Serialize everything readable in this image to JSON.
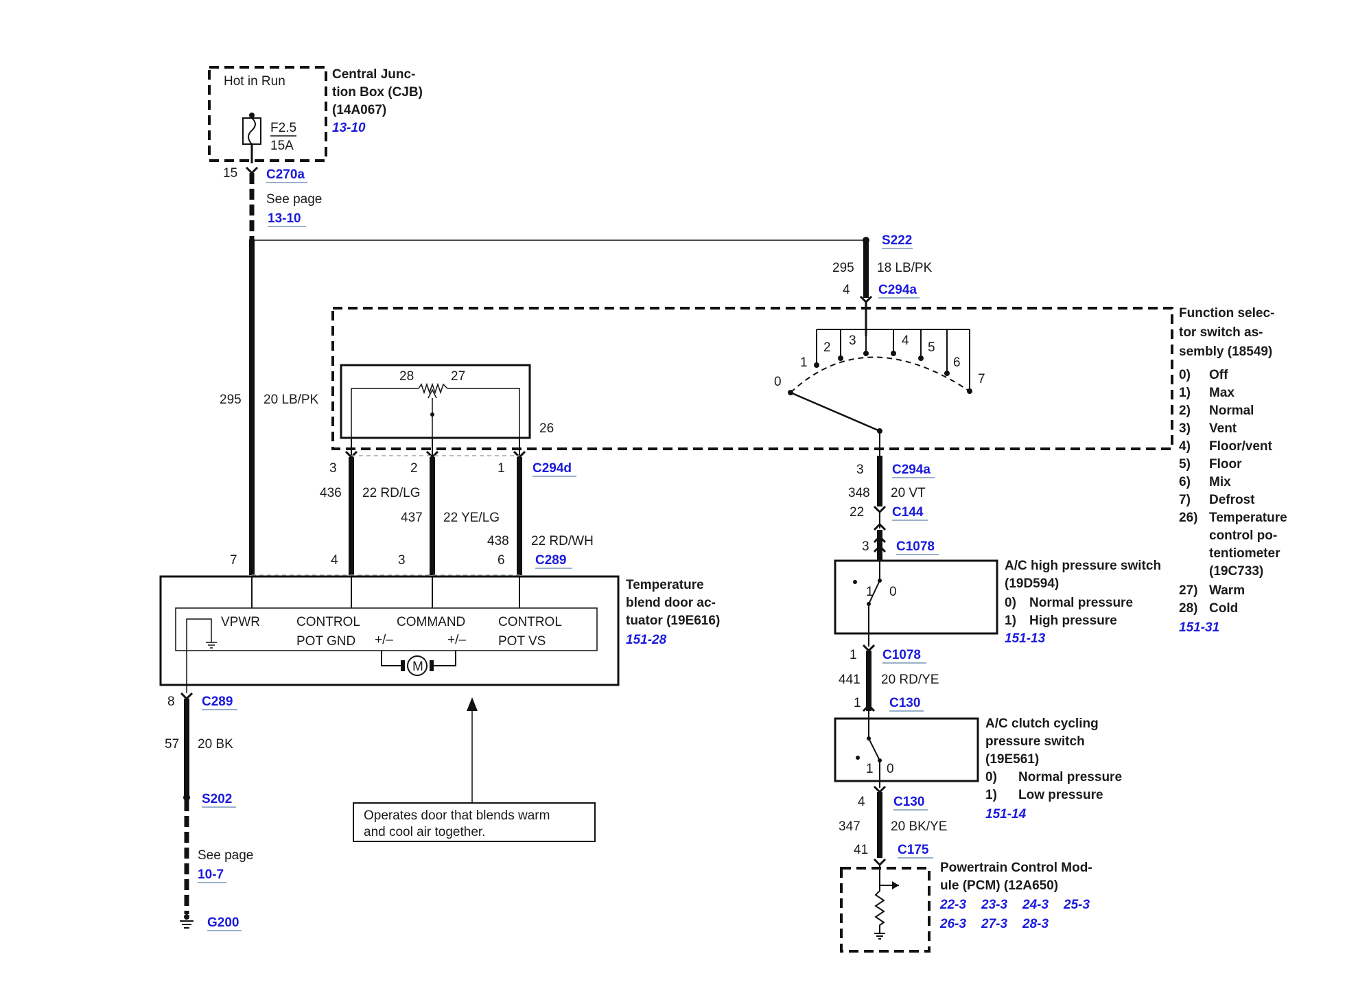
{
  "cjb": {
    "hot_label": "Hot in Run",
    "fuse_label": "F2.5",
    "fuse_rating": "15A",
    "title_lines": [
      "Central Junc-",
      "tion Box (CJB)",
      "(14A067)"
    ],
    "page_ref": "13-10"
  },
  "left_top_wire": {
    "pin": "15",
    "connector": "C270a",
    "see_page_label": "See page",
    "see_page_ref": "13-10",
    "circuit": "295",
    "gauge_color": "20 LB/PK"
  },
  "splice_s222": {
    "name": "S222"
  },
  "func_feed": {
    "circuit": "295",
    "gauge_color": "18 LB/PK",
    "pin": "4",
    "connector": "C294a"
  },
  "function_switch": {
    "title_lines": [
      "Function selec-",
      "tor switch as-",
      "sembly (18549)"
    ],
    "legend": [
      {
        "num": "0)",
        "text": "Off"
      },
      {
        "num": "1)",
        "text": "Max"
      },
      {
        "num": "2)",
        "text": "Normal"
      },
      {
        "num": "3)",
        "text": "Vent"
      },
      {
        "num": "4)",
        "text": "Floor/vent"
      },
      {
        "num": "5)",
        "text": "Floor"
      },
      {
        "num": "6)",
        "text": "Mix"
      },
      {
        "num": "7)",
        "text": "Defrost"
      },
      {
        "num": "26)",
        "text": "Temperature"
      },
      {
        "num": "",
        "text": "control po-"
      },
      {
        "num": "",
        "text": "tentiometer"
      },
      {
        "num": "",
        "text": "(19C733)"
      },
      {
        "num": "27)",
        "text": "Warm"
      },
      {
        "num": "28)",
        "text": "Cold"
      }
    ],
    "page_ref": "151-31",
    "positions": [
      "0",
      "1",
      "2",
      "3",
      "4",
      "5",
      "6",
      "7"
    ],
    "pot_warm": "27",
    "pot_cold": "28",
    "pot_num": "26"
  },
  "pot_wires": {
    "connector": "C294d",
    "pins_top": [
      "3",
      "2",
      "1"
    ],
    "wires": [
      {
        "circuit": "436",
        "gauge_color": "22 RD/LG"
      },
      {
        "circuit": "437",
        "gauge_color": "22 YE/LG"
      },
      {
        "circuit": "438",
        "gauge_color": "22 RD/WH"
      }
    ],
    "bottom_connector": "C289",
    "pins_bottom": [
      "7",
      "4",
      "3",
      "6"
    ]
  },
  "actuator": {
    "title_lines": [
      "Temperature",
      "blend door ac-",
      "tuator (19E616)"
    ],
    "page_ref": "151-28",
    "terminals": [
      "VPWR",
      "CONTROL",
      "COMMAND",
      "CONTROL"
    ],
    "terminals_line2": [
      "POT GND",
      "POT VS"
    ],
    "polarity": [
      "+/–",
      "+/–"
    ],
    "motor": "M"
  },
  "ground_wire": {
    "pin": "8",
    "connector": "C289",
    "circuit": "57",
    "gauge_color": "20 BK",
    "splice": "S202",
    "see_page_label": "See page",
    "see_page_ref": "10-7",
    "ground": "G200"
  },
  "note": {
    "lines": [
      "Operates door that blends warm",
      "and cool air together."
    ]
  },
  "right_chain": {
    "a_pin": "3",
    "a_conn": "C294a",
    "vt_circuit": "348",
    "vt_gauge": "20 VT",
    "c144_pin": "22",
    "c144": "C144",
    "c1078_pin_top": "3",
    "c1078_top": "C1078",
    "c1078_pin_bot": "1",
    "c1078_bot": "C1078",
    "rdye_circuit": "441",
    "rdye_gauge": "20 RD/YE",
    "c130_pin_top": "1",
    "c130_top": "C130",
    "c130_pin_bot": "4",
    "c130_bot": "C130",
    "bkye_circuit": "347",
    "bkye_gauge": "20 BK/YE",
    "c175_pin": "41",
    "c175": "C175"
  },
  "hp_switch": {
    "title_lines": [
      "A/C high pressure switch",
      "(19D594)"
    ],
    "states": [
      {
        "num": "0)",
        "text": "Normal pressure"
      },
      {
        "num": "1)",
        "text": "High pressure"
      }
    ],
    "page_ref": "151-13",
    "contacts": [
      "1",
      "0"
    ]
  },
  "clutch_switch": {
    "title_lines": [
      "A/C clutch cycling",
      "pressure switch",
      "(19E561)"
    ],
    "states": [
      {
        "num": "0)",
        "text": "Normal pressure"
      },
      {
        "num": "1)",
        "text": "Low pressure"
      }
    ],
    "page_ref": "151-14",
    "contacts": [
      "1",
      "0"
    ]
  },
  "pcm": {
    "title_lines": [
      "Powertrain Control Mod-",
      "ule (PCM) (12A650)"
    ],
    "page_refs_row1": [
      "22-3",
      "23-3",
      "24-3",
      "25-3"
    ],
    "page_refs_row2": [
      "26-3",
      "27-3",
      "28-3"
    ]
  }
}
